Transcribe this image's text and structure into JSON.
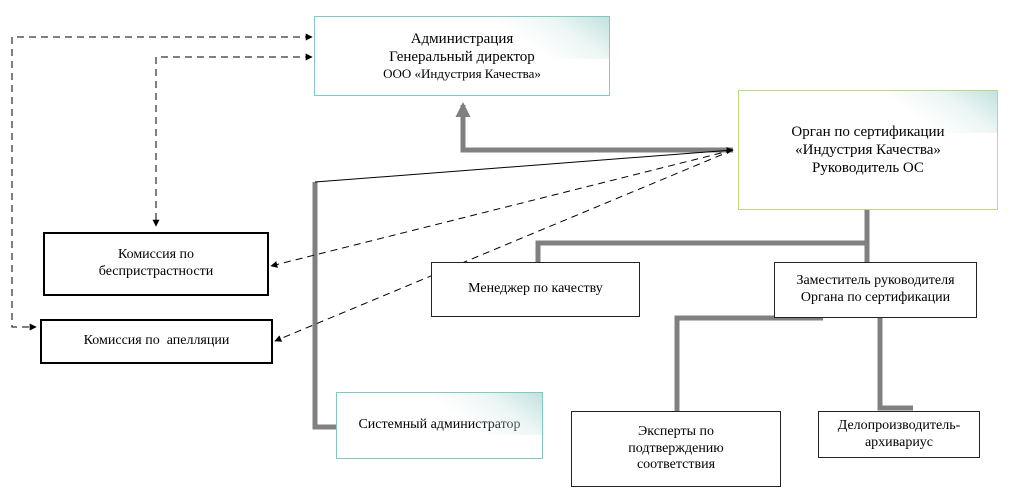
{
  "boxes": {
    "admin": {
      "lines": [
        "Администрация",
        "Генеральный директор",
        "ООО «Индустрия Качества»"
      ]
    },
    "cert_body": {
      "lines": [
        "Орган по сертификации",
        "«Индустрия Качества»",
        "Руководитель ОС"
      ]
    },
    "commission_impartiality": {
      "lines": [
        "Комиссия по",
        "беспристрастности"
      ]
    },
    "commission_appeals": {
      "lines": [
        "Комиссия по  апелляции"
      ]
    },
    "quality_manager": {
      "lines": [
        "Менеджер по качеству"
      ]
    },
    "deputy_head": {
      "lines": [
        "Заместитель руководителя",
        "Органа по сертификации"
      ]
    },
    "sysadmin": {
      "lines": [
        "Системный администратор"
      ]
    },
    "experts": {
      "lines": [
        "Эксперты по",
        "подтверждению",
        "соответствия"
      ]
    },
    "records_clerk": {
      "lines": [
        "Делопроизводитель-",
        "архивариус"
      ]
    }
  },
  "colors": {
    "thick_line": "#808080",
    "thin_line": "#000000",
    "teal_border": "#7fcac3",
    "green_border": "#bcd97c"
  }
}
